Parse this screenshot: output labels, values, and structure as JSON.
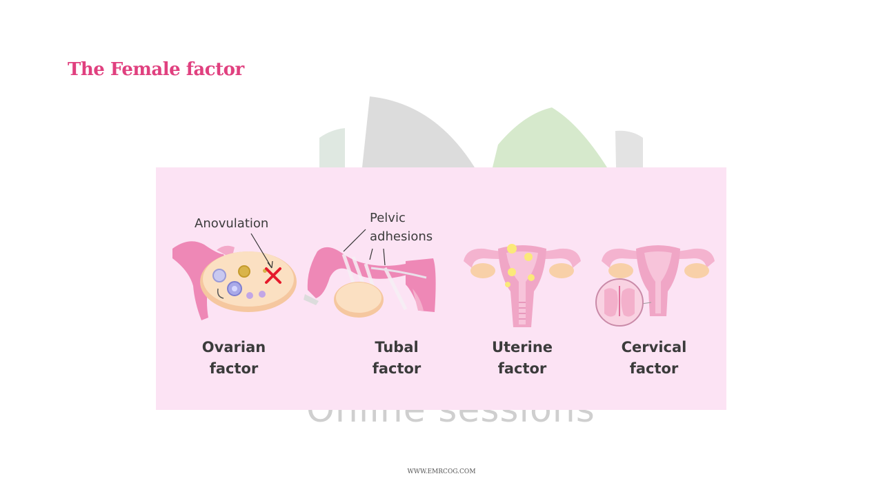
{
  "slide": {
    "title": "The Female factor",
    "watermark_text": "Online sessions",
    "footer_url": "WWW.EMRCOG.COM"
  },
  "colors": {
    "title": "#e0407f",
    "panel_background": "#fce3f4",
    "label_text": "#3b3b3b",
    "anatomy_pink": "#ee88b6",
    "ovary": "#f8d9b8",
    "cross_mark": "#e6192b"
  },
  "factors": [
    {
      "label_line1": "Ovarian",
      "label_line2": "factor",
      "annotation": "Anovulation",
      "icon": "ovary-anovulation-icon"
    },
    {
      "label_line1": "Tubal",
      "label_line2": "factor",
      "annotation_line1": "Pelvic",
      "annotation_line2": "adhesions",
      "icon": "tube-adhesions-icon"
    },
    {
      "label_line1": "Uterine",
      "label_line2": "factor",
      "icon": "uterus-fibroids-icon"
    },
    {
      "label_line1": "Cervical",
      "label_line2": "factor",
      "icon": "uterus-cervix-detail-icon"
    }
  ]
}
